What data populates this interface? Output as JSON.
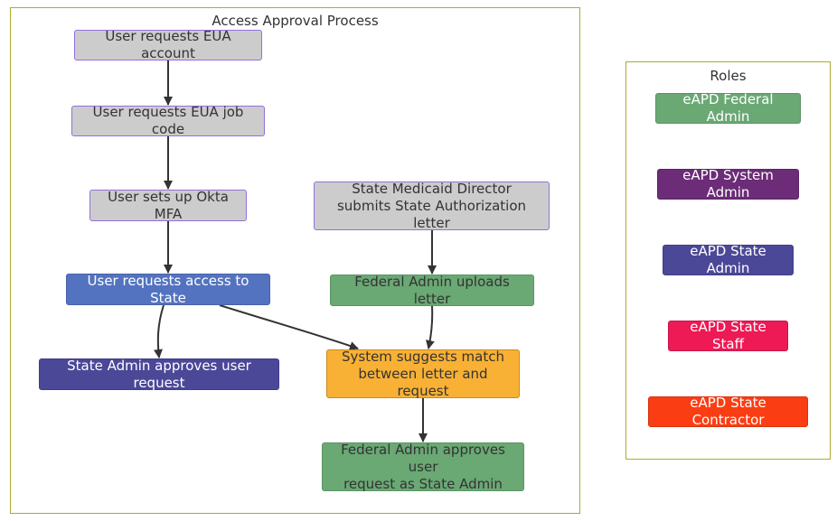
{
  "clusters": {
    "process_title": "Access Approval Process",
    "roles_title": "Roles"
  },
  "nodes": {
    "eua_account": "User requests EUA account",
    "eua_job_code": "User requests EUA job code",
    "okta_mfa": "User sets up Okta MFA",
    "access_state": "User requests access to State",
    "state_admin_approves": "State Admin approves user request",
    "medicaid_director": "State Medicaid Director\nsubmits State Authorization letter",
    "federal_uploads": "Federal Admin uploads letter",
    "system_suggests": "System suggests match\nbetween letter and request",
    "federal_approves": "Federal Admin approves user\nrequest as State Admin"
  },
  "roles": {
    "federal_admin": "eAPD Federal Admin",
    "system_admin": "eAPD System Admin",
    "state_admin": "eAPD State Admin",
    "state_staff": "eAPD State Staff",
    "state_contractor": "eAPD State Contractor"
  },
  "colors": {
    "default_node": "#cccccc",
    "federal_admin": "#6aa874",
    "system_admin": "#6c2c77",
    "state_admin": "#4b4898",
    "state_staff": "#ee1a55",
    "state_contractor": "#fb3d13",
    "user_access": "#5373c0",
    "system": "#f8b135",
    "cluster_border": "#aaaa33",
    "edge": "#333333"
  }
}
